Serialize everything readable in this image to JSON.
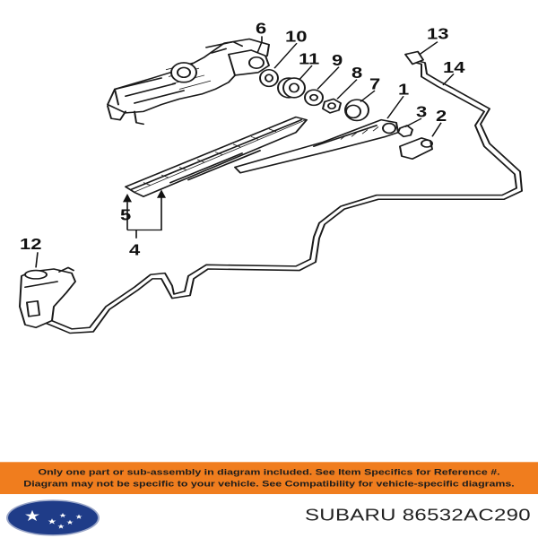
{
  "diagram": {
    "callouts": {
      "c1": "1",
      "c2": "2",
      "c3": "3",
      "c4": "4",
      "c5": "5",
      "c6": "6",
      "c7": "7",
      "c8": "8",
      "c9": "9",
      "c10": "10",
      "c11": "11",
      "c12": "12",
      "c13": "13",
      "c14": "14"
    }
  },
  "banner": {
    "line1": "Only one part or sub-assembly in diagram included. See Item Specifics for Reference #.",
    "line2": "Diagram may not be specific to your vehicle. See Compatibility for vehicle-specific diagrams."
  },
  "footer": {
    "part_label": "SUBARU 86532AC290"
  },
  "colors": {
    "banner": "#f07d1e",
    "logo_blue": "#1f3c88"
  },
  "icons": {
    "logo": "subaru-logo-icon"
  }
}
